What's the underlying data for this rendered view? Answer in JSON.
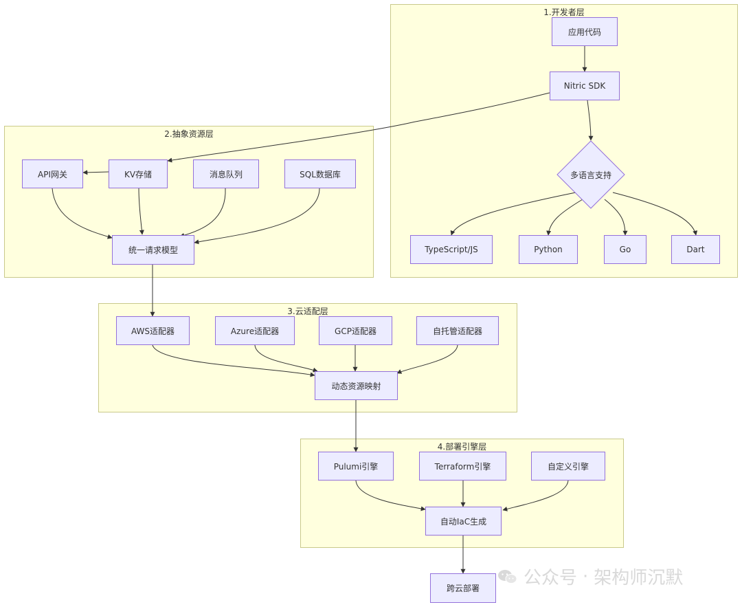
{
  "clusters": {
    "developer": "1.开发者层",
    "abstract": "2.抽象资源层",
    "cloud": "3.云适配层",
    "deploy": "4.部署引擎层"
  },
  "nodes": {
    "app_code": "应用代码",
    "nitric_sdk": "Nitric SDK",
    "multi_lang": "多语言支持",
    "typescript": "TypeScript/JS",
    "python": "Python",
    "go": "Go",
    "dart": "Dart",
    "api_gateway": "API网关",
    "kv_store": "KV存储",
    "message_queue": "消息队列",
    "sql_db": "SQL数据库",
    "unified_model": "统一请求模型",
    "aws": "AWS适配器",
    "azure": "Azure适配器",
    "gcp": "GCP适配器",
    "self_hosted": "自托管适配器",
    "dynamic_mapping": "动态资源映射",
    "pulumi": "Pulumi引擎",
    "terraform": "Terraform引擎",
    "custom_engine": "自定义引擎",
    "auto_iac": "自动IaC生成",
    "cross_cloud": "跨云部署"
  },
  "watermark": {
    "icon": "wechat-icon",
    "text1": "公众号",
    "separator": "·",
    "text2": "架构师沉默"
  },
  "colors": {
    "cluster_fill": "#ffffde",
    "cluster_border": "#c9c98a",
    "node_fill": "#ececff",
    "node_border": "#9370db",
    "edge": "#333333"
  }
}
